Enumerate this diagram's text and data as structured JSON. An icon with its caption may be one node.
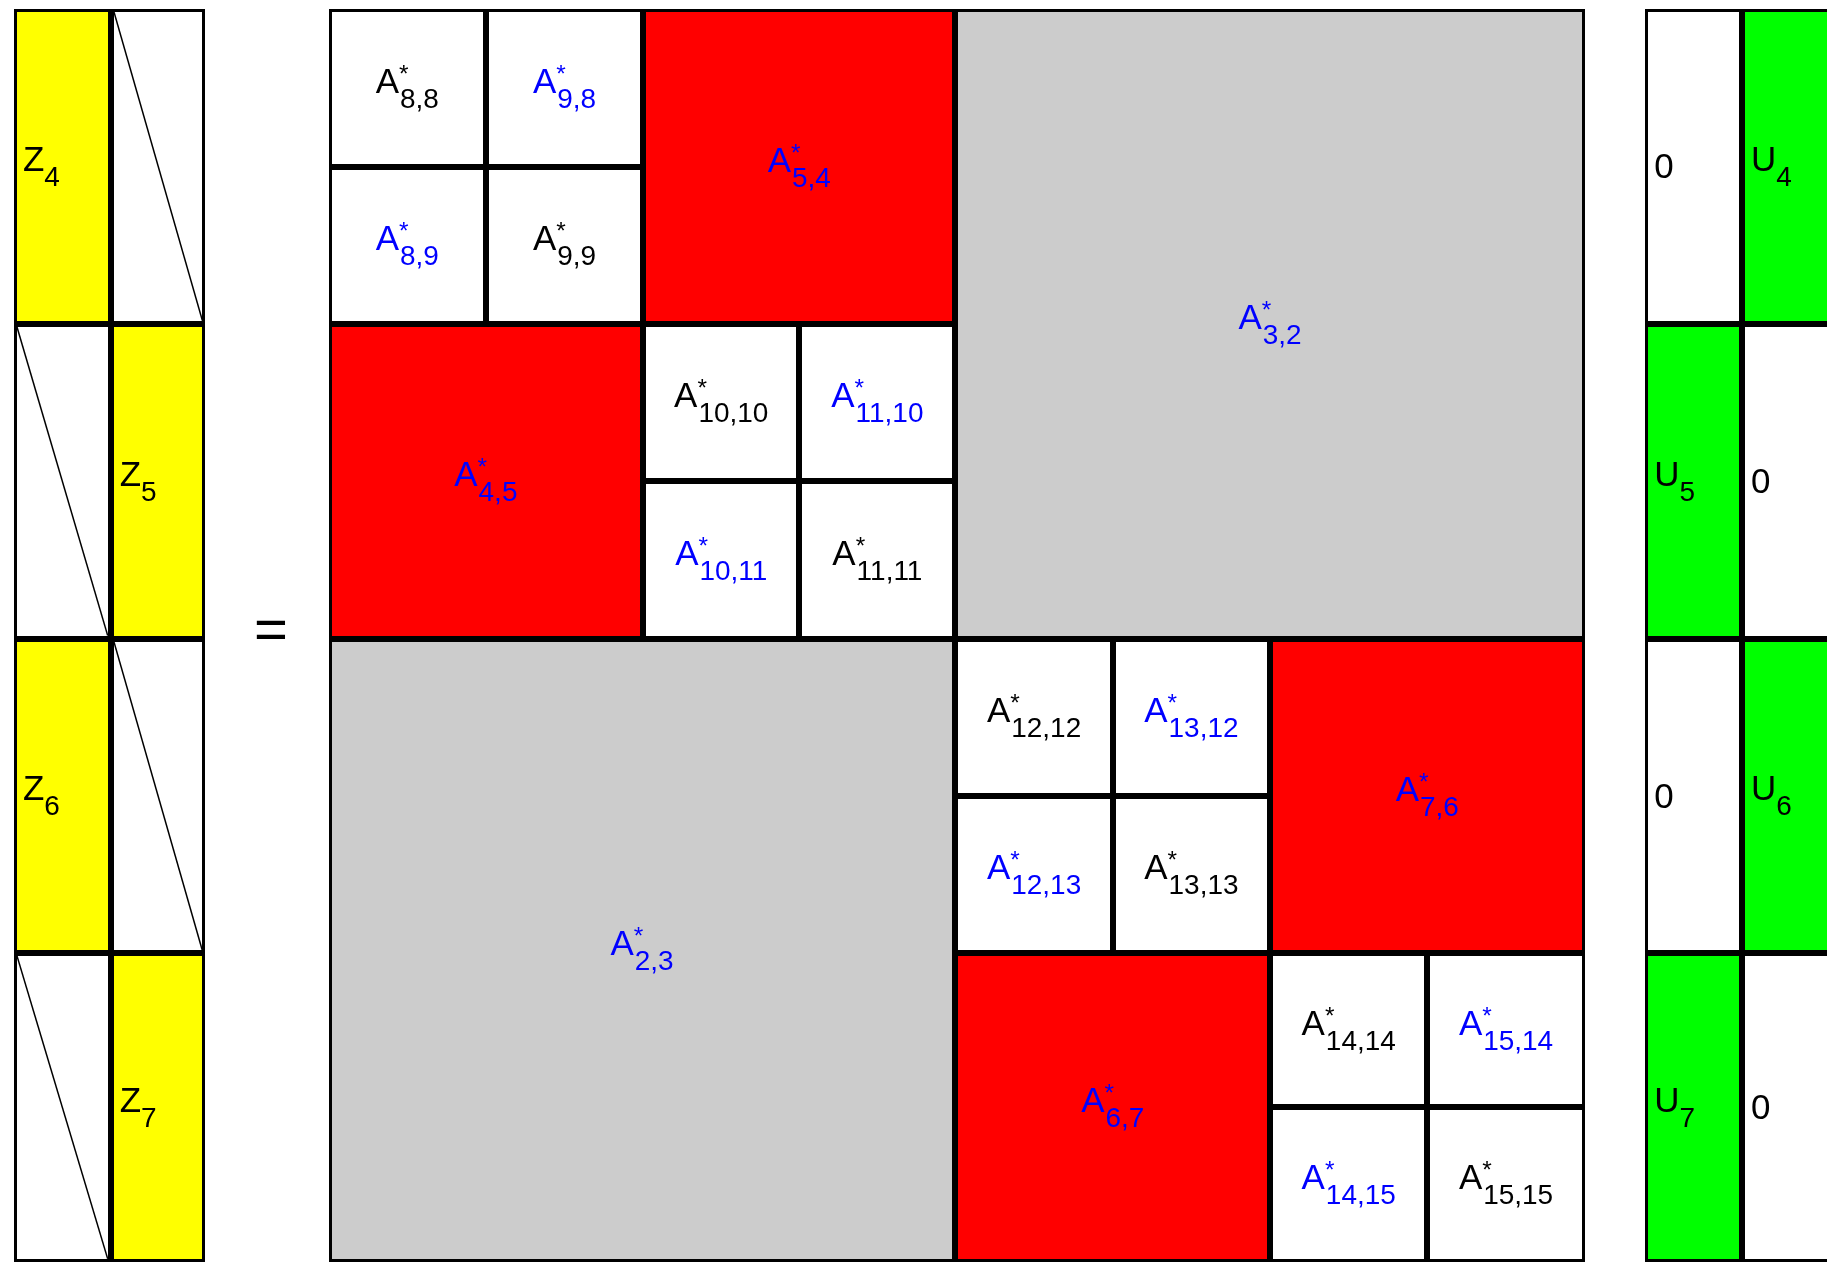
{
  "diagram": {
    "nodes": [
      {
        "text": [
          "Z$_{4}$"
        ]
      },
      {
        "text": [],
        "shape": "box"
      },
      {
        "text": [],
        "shape": "box"
      },
      {
        "text": [
          "Z$_{5}$"
        ]
      },
      {
        "text": [
          "Z$_{6}$"
        ]
      },
      {
        "text": [],
        "shape": "box"
      },
      {
        "text": [],
        "shape": "box"
      },
      {
        "text": [
          "Z$_{7}$"
        ]
      },
      {
        "text": [
          "A$^{*}$$_{8,8}$"
        ]
      },
      {
        "text": [
          "A$^{*}$$_{9,8}$"
        ]
      },
      {
        "text": [
          "A$^{*}$$_{5,4}$"
        ]
      },
      {
        "text": [
          "A$^{*}$$_{3,2}$"
        ]
      },
      {
        "text": [
          "A$^{*}$$_{8,9}$"
        ]
      },
      {
        "text": [
          "A$^{*}$$_{9,9}$"
        ]
      },
      {
        "text": [
          "A$^{*}$$_{4,5}$"
        ]
      },
      {
        "text": [
          "A$^{*}$$_{10,10}$"
        ]
      },
      {
        "text": [
          "A$^{*}$$_{11,10}$"
        ]
      },
      {
        "text": [
          "A$^{*}$$_{10,11}$"
        ]
      },
      {
        "text": [
          "A$^{*}$$_{11,11}$"
        ]
      },
      {
        "text": [
          "A$^{*}$$_{2,3}$"
        ]
      },
      {
        "text": [
          "A$^{*}$$_{12,12}$"
        ]
      },
      {
        "text": [
          "A$^{*}$$_{13,12}$"
        ]
      },
      {
        "text": [
          "A$^{*}$$_{7,6}$"
        ]
      },
      {
        "text": [
          "A$^{*}$$_{12,13}$"
        ]
      },
      {
        "text": [
          "A$^{*}$$_{13,13}$"
        ]
      },
      {
        "text": [
          "A$^{*}$$_{6,7}$"
        ]
      },
      {
        "text": [
          "A$^{*}$$_{14,14}$"
        ]
      },
      {
        "text": [
          "A$^{*}$$_{15,14}$"
        ]
      },
      {
        "text": [
          "A$^{*}$$_{14,15}$"
        ]
      },
      {
        "text": [
          "A$^{*}$$_{15,15}$"
        ]
      },
      {
        "text": [
          "0"
        ]
      },
      {
        "text": [
          "U$_{4}$"
        ]
      },
      {
        "text": [
          "U$_{5}$"
        ]
      },
      {
        "text": [
          "0"
        ]
      },
      {
        "text": [
          "0"
        ]
      },
      {
        "text": [
          "U$_{6}$"
        ]
      },
      {
        "text": [
          "U$_{7}$"
        ]
      },
      {
        "text": [
          "0"
        ]
      }
    ],
    "labels": [
      "="
    ]
  }
}
